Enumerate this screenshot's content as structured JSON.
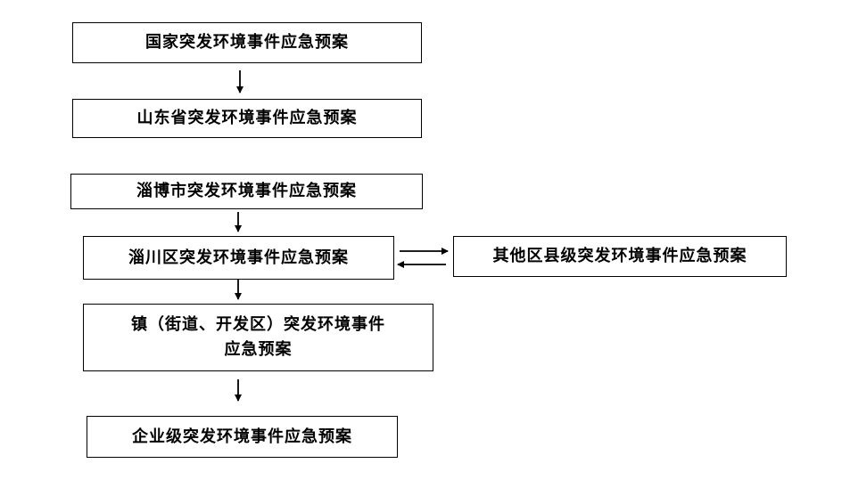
{
  "diagram": {
    "national": "国家突发环境事件应急预案",
    "provincial": "山东省突发环境事件应急预案",
    "city": "淄博市突发环境事件应急预案",
    "district": "淄川区突发环境事件应急预案",
    "other_districts": "其他区县级突发环境事件应急预案",
    "town_line1": "镇（街道、开发区）突发环境事件",
    "town_line2": "应急预案",
    "enterprise": "企业级突发环境事件应急预案"
  },
  "colors": {
    "stroke": "#000000",
    "background": "#ffffff"
  }
}
